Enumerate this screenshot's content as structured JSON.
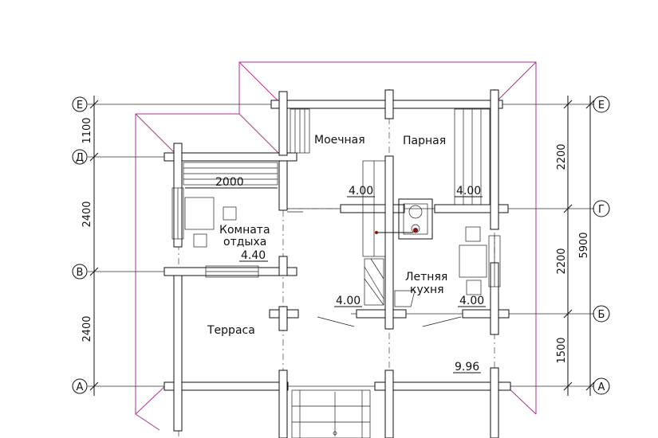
{
  "rooms": {
    "moechnaya": "Моечная",
    "parnaya": "Парная",
    "komnata_line1": "Комната",
    "komnata_line2": "отдыха",
    "letnyaya_line1": "Летняя",
    "letnyaya_line2": "кухня",
    "terrasa": "Терраса"
  },
  "areas": {
    "komnata": "4.40",
    "moechnaya": "4.00",
    "parnaya": "4.00",
    "kuhnya_left": "4.00",
    "kuhnya_right": "4.00",
    "terrasa": "9.96"
  },
  "bench_length": "2000",
  "axes": {
    "left": [
      "Е",
      "Д",
      "В",
      "А"
    ],
    "right": [
      "Е",
      "Г",
      "Б",
      "А"
    ]
  },
  "dimensions": {
    "left": [
      "1100",
      "2400",
      "2400"
    ],
    "right_inner": [
      "2200",
      "2200",
      "1500"
    ],
    "right_total": "5900"
  },
  "colors": {
    "roof_outline": "#b0308f",
    "lines": "#111111"
  }
}
